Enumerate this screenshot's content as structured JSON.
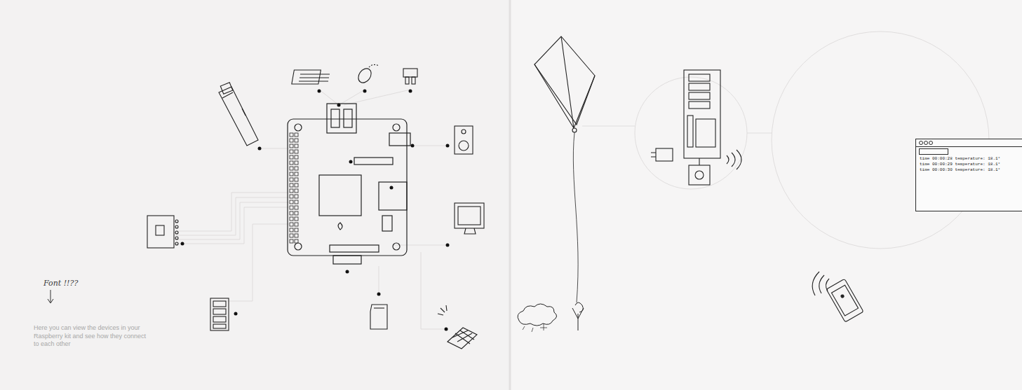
{
  "diagram": {
    "nodes": [
      {
        "text": [
          "time 00:00:28 temperature: 18.1°",
          "time 00:00:29 temperature: 18.1°",
          "time 00:00:30 temperature: 18.1°"
        ]
      }
    ],
    "labels": [
      "Font !!??",
      "Here you can view the devices in your Raspberry kit and see how they connect to each other"
    ]
  }
}
